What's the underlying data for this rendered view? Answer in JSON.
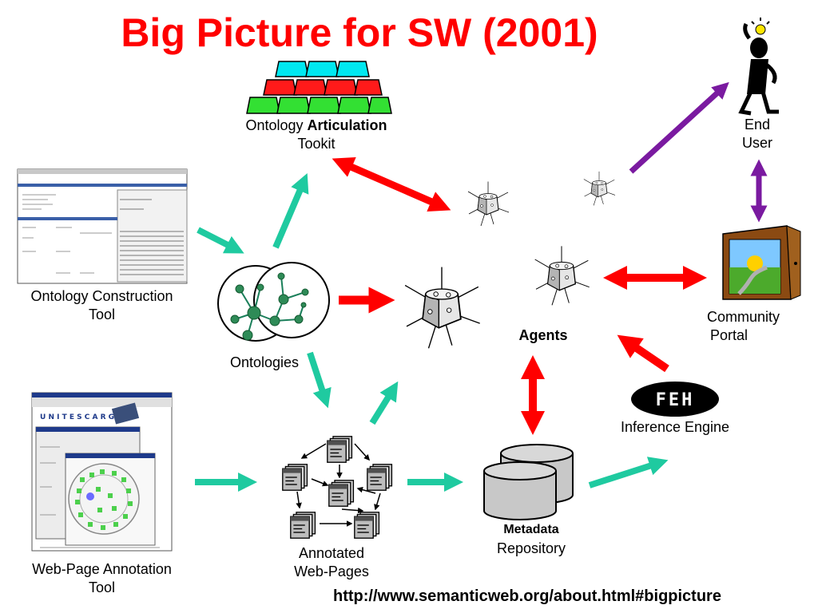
{
  "title": "Big Picture for SW (2001)",
  "url": "http://www.semanticweb.org/about.html#bigpicture",
  "colors": {
    "title": "#ff0000",
    "red_arrow": "#ff0000",
    "green_arrow": "#1fcaa0",
    "purple_arrow": "#7a1aa0",
    "gray_shape": "#c8c8c8"
  },
  "labels": {
    "articulation_1": "Ontology ",
    "articulation_bold": "Articulation",
    "articulation_2": "Tookit",
    "construction_1": "Ontology Construction",
    "construction_2": "Tool",
    "ontologies": "Ontologies",
    "agents": "Agents",
    "community_1": "Community",
    "community_2": "Portal",
    "end_user_1": "End",
    "end_user_2": "User",
    "inference": "Inference Engine",
    "metadata_1": "Metadata",
    "metadata_2": "Repository",
    "annotated_1": "Annotated",
    "annotated_2": "Web-Pages",
    "annotation_tool_1": "Web-Page Annotation",
    "annotation_tool_2": "Tool"
  },
  "logos": {
    "inference_engine": "FEH"
  },
  "screenshot_annotation": {
    "banner": "U N I T E S C A R G O"
  }
}
